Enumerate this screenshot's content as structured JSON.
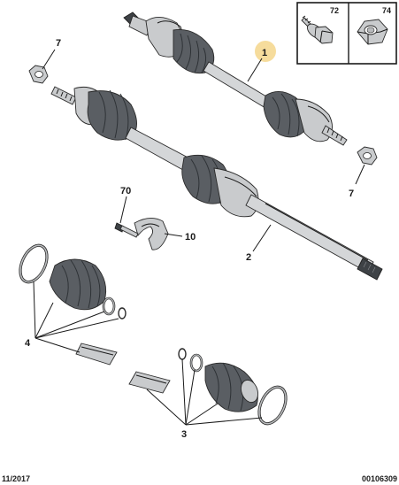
{
  "callouts": {
    "c1": "1",
    "c2": "2",
    "c3": "3",
    "c4": "4",
    "c7_top": "7",
    "c7_right": "7",
    "c10": "10",
    "c70": "70"
  },
  "inset": {
    "left_label": "72",
    "right_label": "74"
  },
  "footer": {
    "date": "11/2017",
    "reference": "00106309"
  },
  "colors": {
    "highlight": "#f6dc9c",
    "boot": "#5a5e63",
    "metal": "#c9cbcd"
  }
}
